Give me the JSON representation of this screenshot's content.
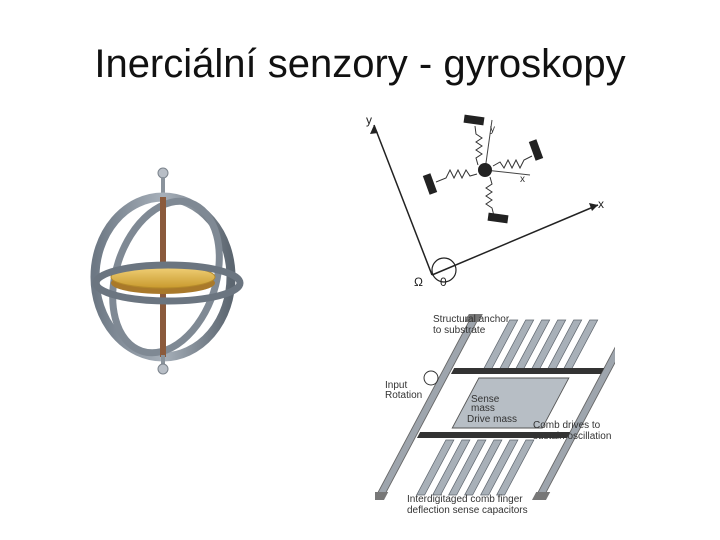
{
  "slide": {
    "title": "Inerciální senzory - gyroskopy"
  },
  "axis_diagram": {
    "label_y_outer": "y",
    "label_y_inner": "y",
    "label_x_inner": "x",
    "label_x_outer": "x",
    "label_omega": "Ω",
    "label_zero": "0"
  },
  "mems_diagram": {
    "label_anchor_1": "Structural anchor",
    "label_anchor_2": "to substrate",
    "label_input_1": "Input",
    "label_input_2": "Rotation",
    "label_comb_1": "Comb drives to",
    "label_comb_2": "sustain oscillation",
    "label_interdig_1": "Interdigitaged comb finger",
    "label_interdig_2": "deflection sense capacitors",
    "label_center_1": "Sense",
    "label_center_2": "mass",
    "label_center_3": "Drive mass"
  }
}
